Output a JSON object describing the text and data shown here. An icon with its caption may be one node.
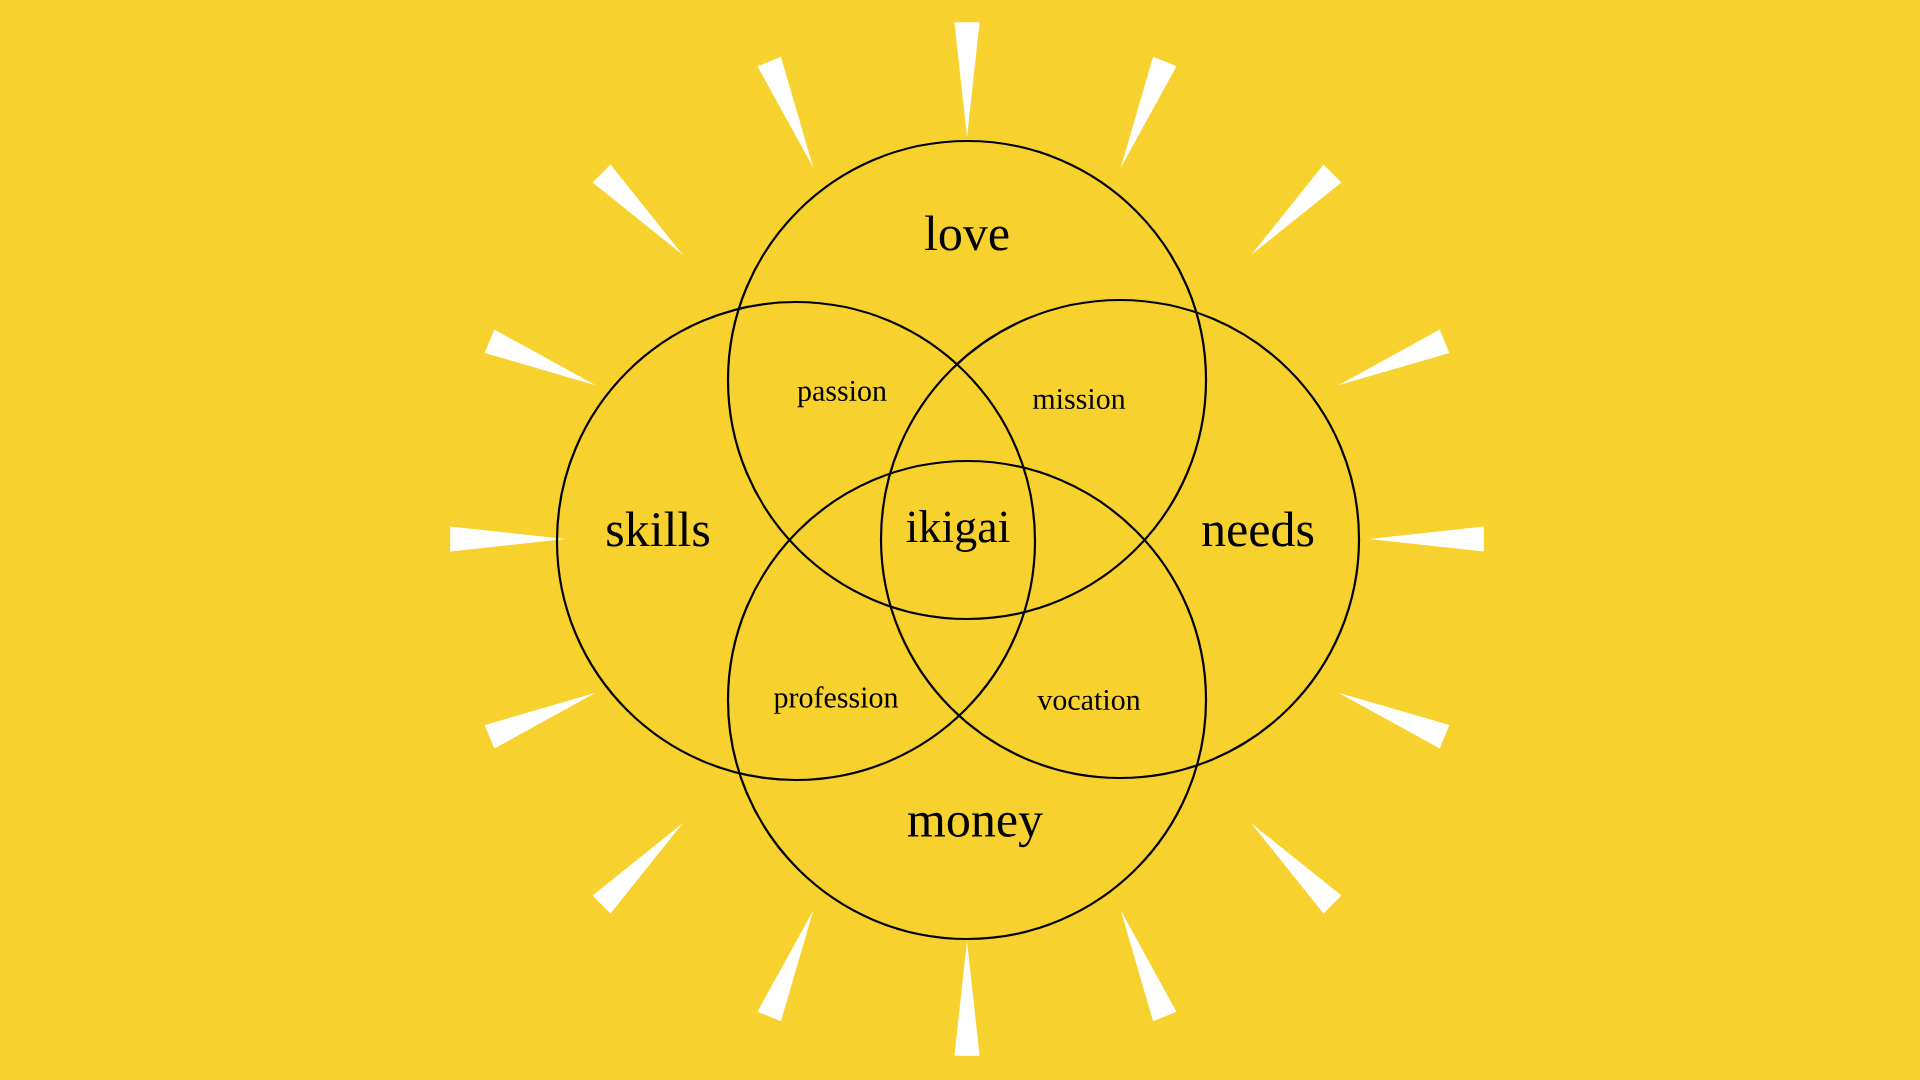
{
  "diagram": {
    "nodes": [
      {
        "text": [
          "love"
        ]
      },
      {
        "text": [
          "skills"
        ]
      },
      {
        "text": [
          "needs"
        ]
      },
      {
        "text": [
          "money"
        ]
      }
    ],
    "edges": [],
    "labels": [
      "passion",
      "mission",
      "ikigai",
      "profession",
      "vocation"
    ]
  }
}
